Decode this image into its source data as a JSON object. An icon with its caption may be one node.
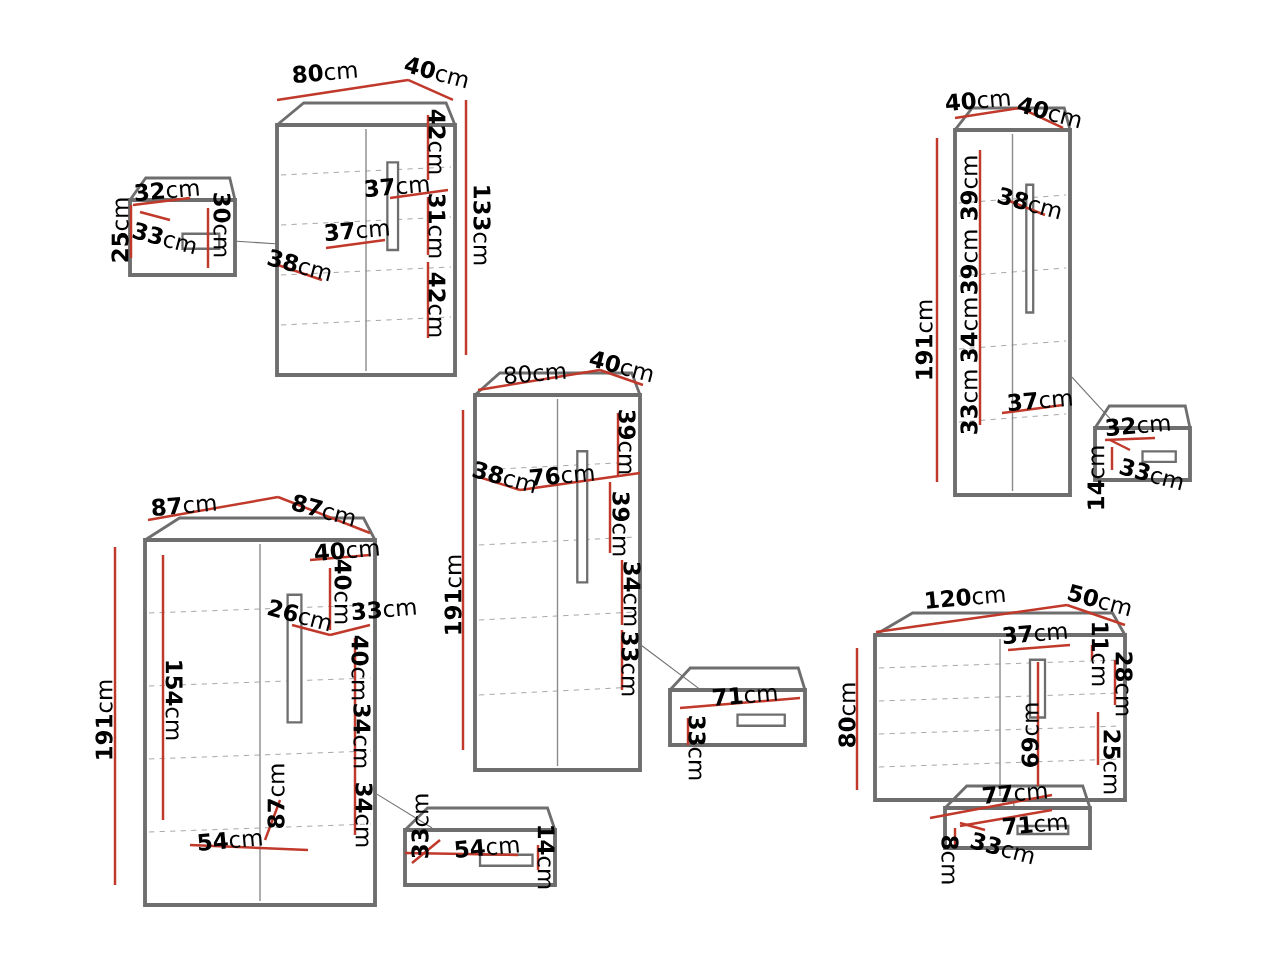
{
  "diagram": {
    "nodes": [
      {
        "text": [],
        "shape": "picture"
      },
      {
        "text": [],
        "shape": "picture"
      },
      {
        "text": [],
        "shape": "picture"
      },
      {
        "text": [],
        "shape": "picture"
      },
      {
        "text": [],
        "shape": "picture"
      },
      {
        "text": [],
        "shape": "picture"
      },
      {
        "text": [],
        "shape": "picture"
      },
      {
        "text": [],
        "shape": "picture"
      },
      {
        "text": [],
        "shape": "picture"
      },
      {
        "text": [],
        "shape": "picture"
      }
    ],
    "edges": [
      {
        "from": 1,
        "to": 0,
        "arrow": "none"
      },
      {
        "from": 3,
        "to": 2,
        "arrow": "none"
      },
      {
        "from": 5,
        "to": 4,
        "arrow": "none"
      },
      {
        "from": 7,
        "to": 6,
        "arrow": "none"
      },
      {
        "from": 9,
        "to": 8,
        "arrow": "none"
      }
    ],
    "labels": [
      "**80**cm",
      "**40**cm",
      "**42**cm",
      "**133**cm",
      "**37**cm",
      "**31**cm",
      "**37**cm",
      "**38**cm",
      "**42**cm",
      "**32**cm",
      "**25**cm",
      "**33**cm",
      "**30**cm",
      "**40**cm",
      "**40**cm",
      "**191**cm",
      "**39**cm",
      "**38**cm",
      "**39**cm",
      "**34**cm",
      "**33**cm",
      "**37**cm",
      "**32**cm",
      "**14**cm",
      "**33**cm",
      "80cm",
      "**40**cm",
      "**39**cm",
      "**38**cm",
      "**76**cm",
      "**39**cm",
      "**191**cm",
      "**34**cm",
      "**33**cm",
      "**71**cm",
      "**33**cm",
      "**87**cm",
      "**87**cm",
      "**40**cm",
      "**40**cm",
      "**26**cm",
      "**33**cm",
      "**191**cm",
      "**154**cm",
      "**40**cm",
      "**34**cm",
      "**87**cm",
      "**34**cm",
      "**54**cm",
      "**33**cm",
      "**54**cm",
      "**14**cm",
      "**120**cm",
      "**50**cm",
      "**37**cm",
      "**11**cm",
      "**28**cm",
      "**80**cm",
      "**69**cm",
      "**25**cm",
      "**77**cm",
      "**71**cm",
      "**8**cm",
      "**33**cm"
    ]
  }
}
